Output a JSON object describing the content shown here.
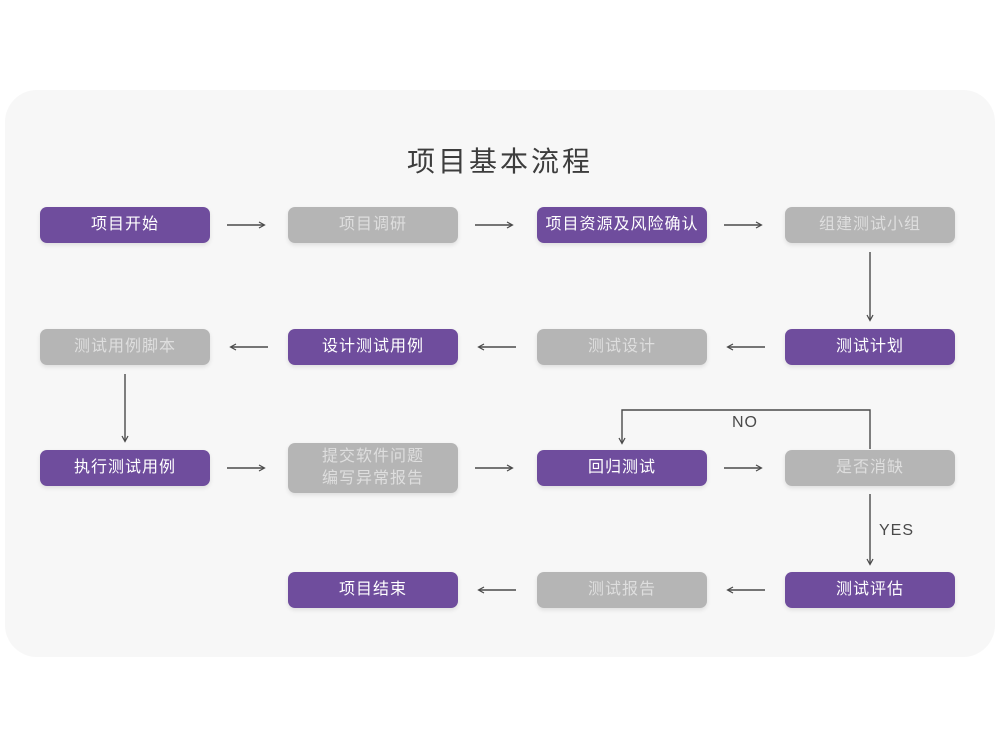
{
  "title": "项目基本流程",
  "colors": {
    "accent_purple": "#6f4d9d",
    "node_gray": "#b5b5b5",
    "card_background": "#f7f7f7",
    "arrow": "#4a4a4a",
    "page_background": "#ffffff"
  },
  "branch_labels": {
    "no": "NO",
    "yes": "YES"
  },
  "nodes": {
    "project_start": "项目开始",
    "project_research": "项目调研",
    "resource_risk_confirm": "项目资源及风险确认",
    "build_test_team": "组建测试小组",
    "test_plan": "测试计划",
    "test_design": "测试设计",
    "design_test_cases": "设计测试用例",
    "test_case_scripts": "测试用例脚本",
    "execute_test_cases": "执行测试用例",
    "submit_issues_line1": "提交软件问题",
    "submit_issues_line2": "编写异常报告",
    "regression_test": "回归测试",
    "defect_cleared": "是否消缺",
    "test_evaluation": "测试评估",
    "test_report": "测试报告",
    "project_end": "项目结束"
  }
}
